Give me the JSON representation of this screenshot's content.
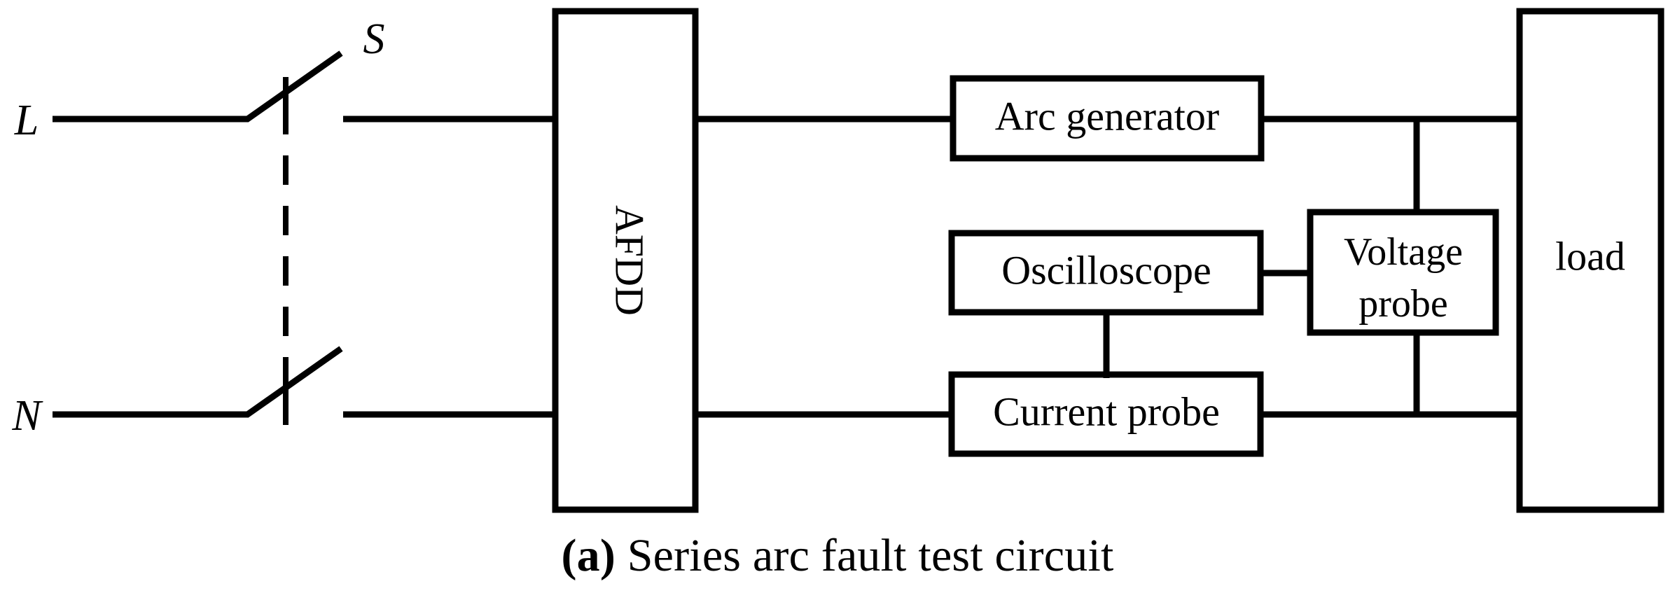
{
  "figure": {
    "caption_tag": "(a)",
    "caption_text": " Series arc fault test circuit",
    "background_color": "#ffffff",
    "line_color": "#000000"
  },
  "terminals": [
    {
      "id": "line",
      "label": "L",
      "name": "live-terminal"
    },
    {
      "id": "neutral",
      "label": "N",
      "name": "neutral-terminal"
    }
  ],
  "switch": {
    "label": "S",
    "name": "switch-s",
    "type": "double-pole-linked-switch",
    "linkage": "dashed"
  },
  "blocks": [
    {
      "id": "afdd",
      "label": "AFDD",
      "orientation": "vertical"
    },
    {
      "id": "arc_generator",
      "label": "Arc generator",
      "orientation": "horizontal"
    },
    {
      "id": "oscilloscope",
      "label": "Oscilloscope",
      "orientation": "horizontal"
    },
    {
      "id": "current_probe",
      "label": "Current probe",
      "orientation": "horizontal"
    },
    {
      "id": "voltage_probe",
      "label_line1": "Voltage",
      "label_line2": "probe",
      "orientation": "horizontal"
    },
    {
      "id": "load",
      "label": "load",
      "orientation": "vertical"
    }
  ]
}
